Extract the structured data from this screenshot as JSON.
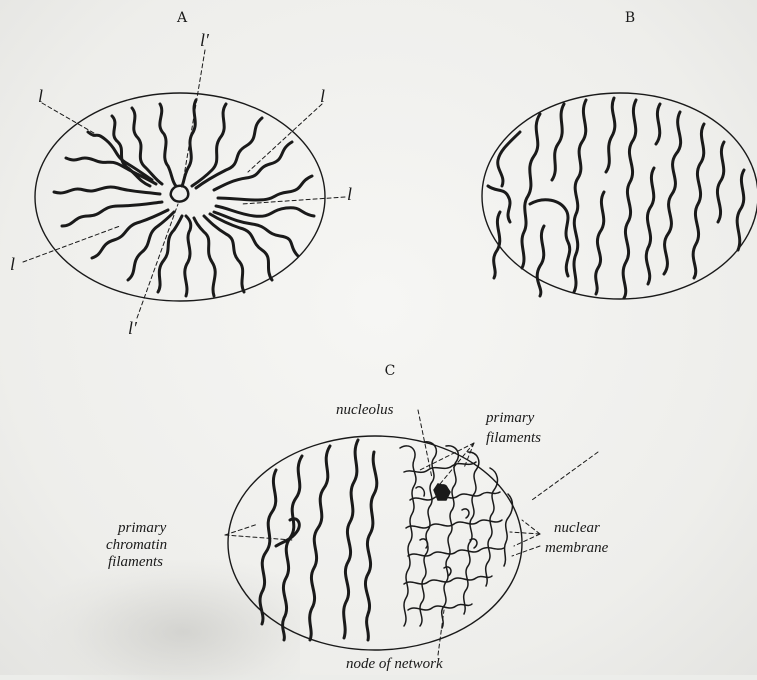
{
  "figures": {
    "a": {
      "letter": "A",
      "leader_l": "l",
      "leader_l_prime": "l′"
    },
    "b": {
      "letter": "B"
    },
    "c": {
      "letter": "C",
      "nucleolus": "nucleolus",
      "primary_filaments": [
        "primary",
        "filaments"
      ],
      "primary_chromatin_filaments": [
        "primary",
        "chromatin",
        "filaments"
      ],
      "nuclear_membrane": [
        "nuclear",
        "membrane"
      ],
      "node_of_network": "node of network"
    }
  },
  "colors": {
    "ink": "#1a1a1a",
    "paper": "#f4f4f2"
  }
}
